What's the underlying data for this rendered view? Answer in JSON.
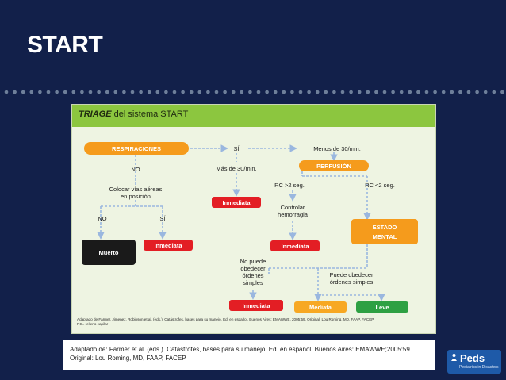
{
  "slide": {
    "title": "START",
    "caption_line1": "Adaptado de: Farmer et al. (eds.). Catástrofes, bases para su manejo. Ed. en español. Buenos Aires: EMAWWE;2005:59.",
    "caption_line2": "Original: Lou Roming, MD, FAAP, FACEP."
  },
  "panel": {
    "title_italic": "TRIAGE",
    "title_rest": " del sistema START",
    "note_line1": "Adaptado de Farmer, Jimenez, Robinson et al. (eds.). Catástrofes, bases para su manejo. Ed. en español. Buenos Aires: EMAWWE, 2005:59. Original: Lou Roming, MD, FAAP, FACEP.",
    "note_line2": "RC= relleno capilar"
  },
  "diagram": {
    "nodes": {
      "respiraciones": "RESPIRACIONES",
      "perfusion": "PERFUSIÓN",
      "estado_mental_1": "ESTADO",
      "estado_mental_2": "MENTAL",
      "muerto": "Muerto",
      "inmediata_1": "Inmediata",
      "inmediata_2": "Inmediata",
      "inmediata_3": "Inmediata",
      "inmediata_4": "Inmediata",
      "mediata": "Mediata",
      "leve": "Leve"
    },
    "labels": {
      "si_top": "SÍ",
      "menos_30": "Menos de 30/min.",
      "no_1": "NO",
      "mas_30": "Más de 30/min.",
      "colocar_1": "Colocar vías aéreas",
      "colocar_2": "en posición",
      "no_2": "NO",
      "si_2": "SÍ",
      "rc_mayor": "RC >2 seg.",
      "rc_menor": "RC <2 seg.",
      "controlar_1": "Controlar",
      "controlar_2": "hemorragia",
      "no_puede_1": "No puede",
      "no_puede_2": "obedecer",
      "no_puede_3": "órdenes",
      "no_puede_4": "simples",
      "puede_1": "Puede obedecer",
      "puede_2": "órdenes simples"
    }
  },
  "logo": {
    "text": "Peds",
    "sub": "Pediatrics in Disasters"
  },
  "colors": {
    "background": "#12204a",
    "header_green": "#8cc63f",
    "node_orange": "#f59b1c",
    "node_red": "#e31e24",
    "node_black": "#1a1a1a",
    "node_yellow": "#f7a823",
    "node_green": "#2ea043",
    "arrow_blue": "#9ab7df"
  }
}
